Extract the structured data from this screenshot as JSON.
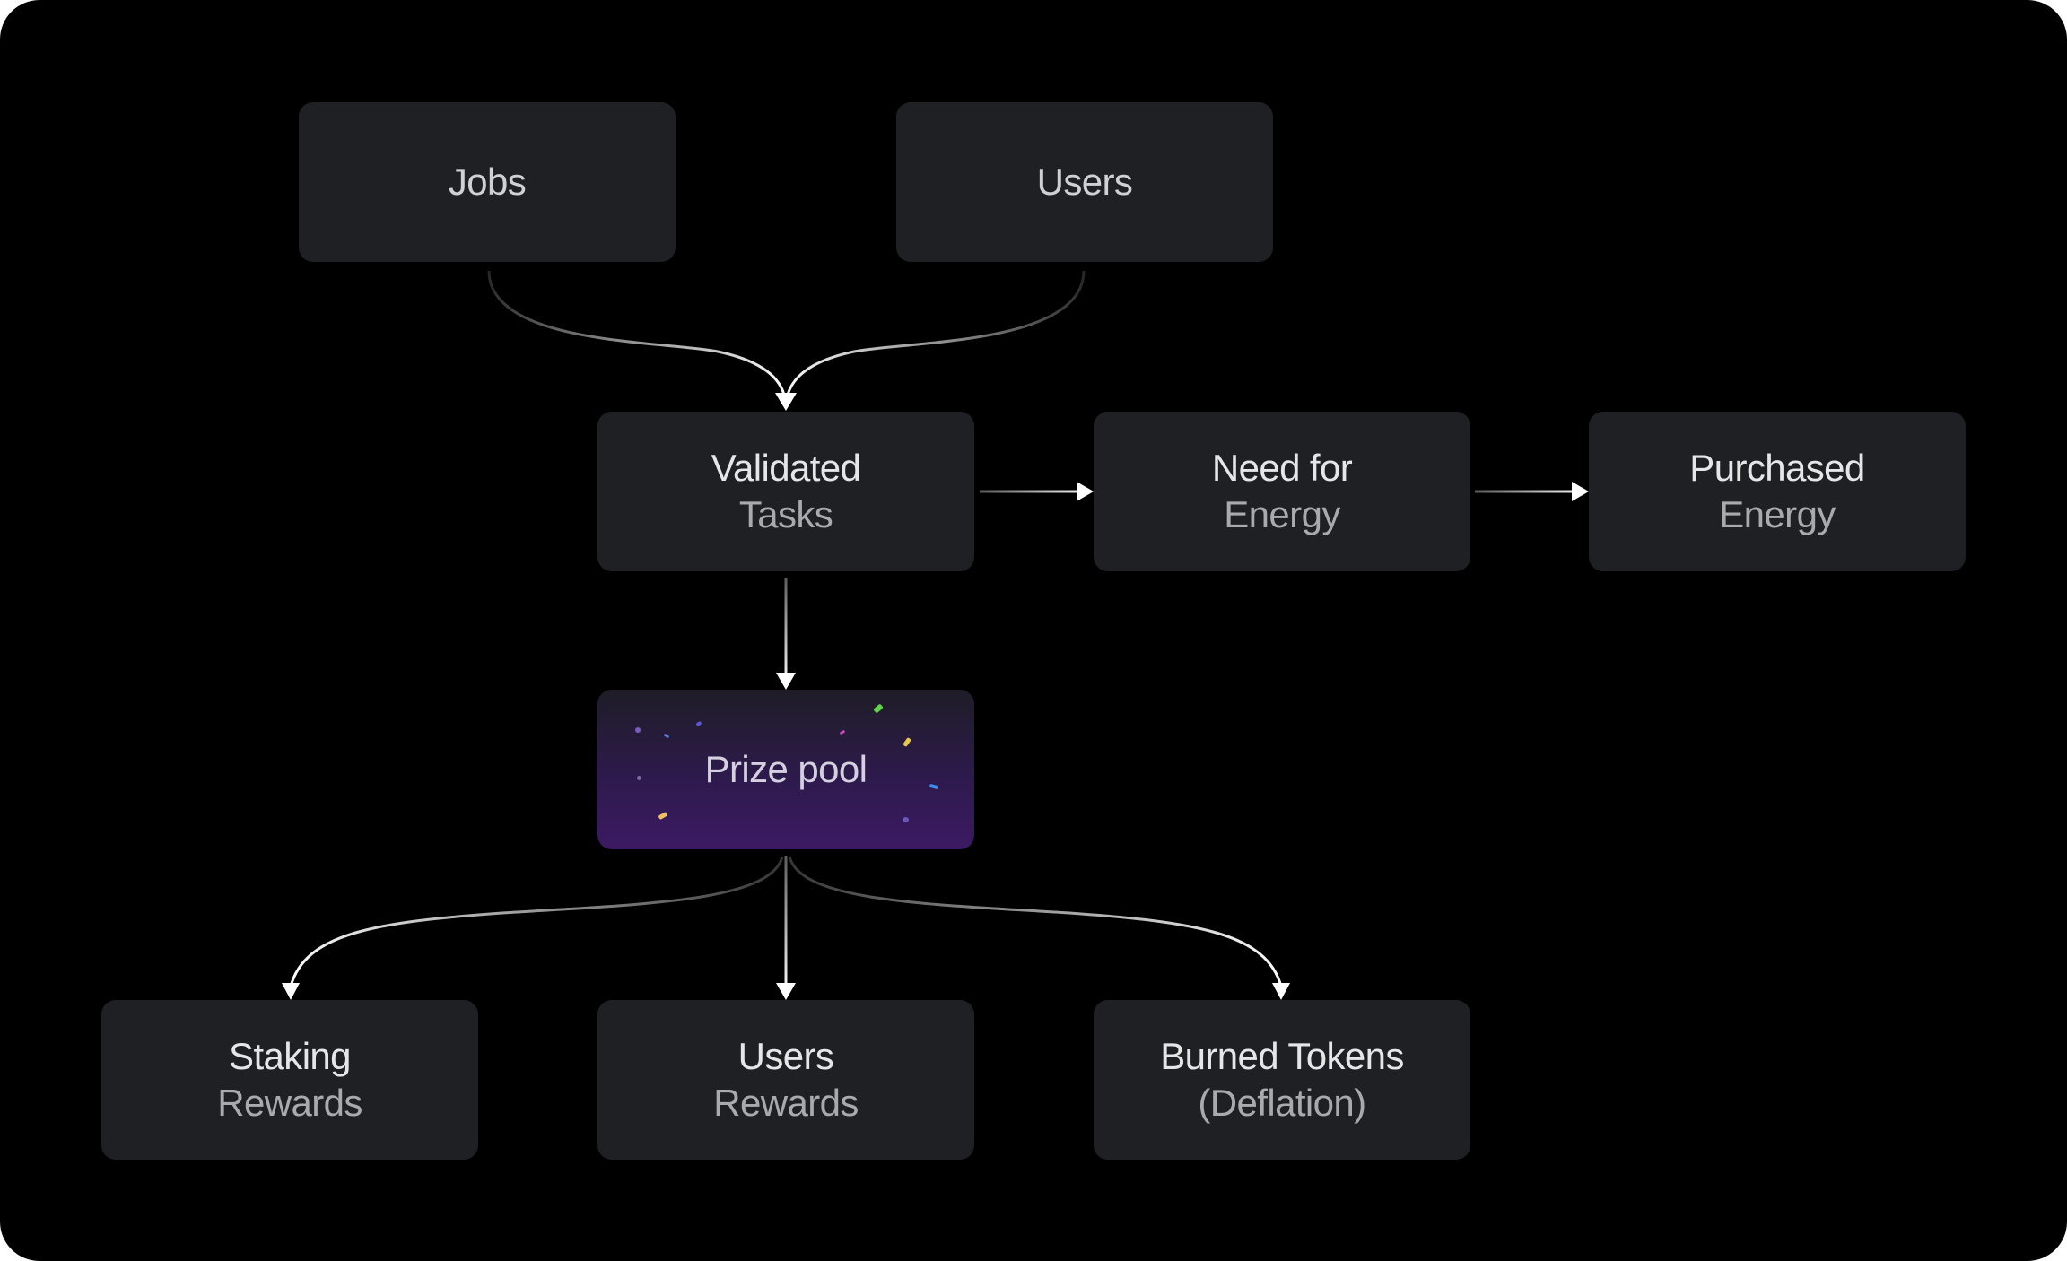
{
  "nodes": {
    "jobs": {
      "line1": "Jobs"
    },
    "users": {
      "line1": "Users"
    },
    "validated_tasks": {
      "line1": "Validated",
      "line2": "Tasks"
    },
    "need_for_energy": {
      "line1": "Need for",
      "line2": "Energy"
    },
    "purchased_energy": {
      "line1": "Purchased",
      "line2": "Energy"
    },
    "prize_pool": {
      "line1": "Prize pool"
    },
    "staking_rewards": {
      "line1": "Staking",
      "line2": "Rewards"
    },
    "users_rewards": {
      "line1": "Users",
      "line2": "Rewards"
    },
    "burned_tokens": {
      "line1": "Burned Tokens",
      "line2": "(Deflation)"
    }
  },
  "edges": [
    {
      "from": "jobs",
      "to": "validated_tasks"
    },
    {
      "from": "users",
      "to": "validated_tasks"
    },
    {
      "from": "validated_tasks",
      "to": "need_for_energy"
    },
    {
      "from": "need_for_energy",
      "to": "purchased_energy"
    },
    {
      "from": "validated_tasks",
      "to": "prize_pool"
    },
    {
      "from": "prize_pool",
      "to": "staking_rewards"
    },
    {
      "from": "prize_pool",
      "to": "users_rewards"
    },
    {
      "from": "prize_pool",
      "to": "burned_tokens"
    }
  ],
  "colors": {
    "background": "#000000",
    "node_fill": "#1f2023",
    "prize_gradient_top": "#1f1d27",
    "prize_gradient_bottom": "#3c1a63",
    "arrow": "#ffffff"
  }
}
